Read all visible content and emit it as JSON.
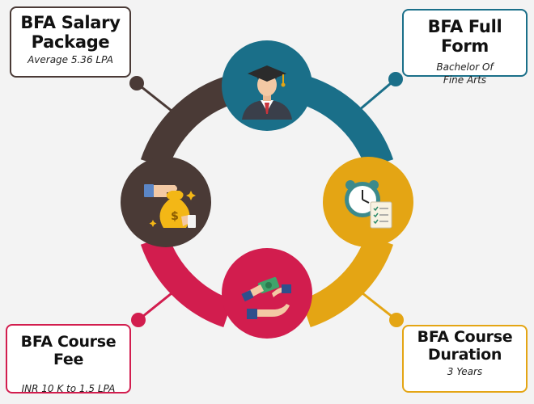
{
  "cards": {
    "salary": {
      "title_line1": "BFA Salary",
      "title_line2": "Package",
      "subtitle": "Average 5.36 LPA"
    },
    "fullform": {
      "title": "BFA Full Form",
      "subtitle_line1": "Bachelor Of",
      "subtitle_line2": "Fine Arts"
    },
    "fee": {
      "title": "BFA Course Fee",
      "subtitle": "INR 10 K to 1.5 LPA"
    },
    "duration": {
      "title_line1": "BFA Course",
      "title_line2": "Duration",
      "subtitle": "3 Years"
    }
  },
  "icons": {
    "top": "graduate-icon",
    "right": "alarm-clock-checklist-icon",
    "bottom": "money-handshake-icon",
    "left": "money-bag-hand-icon"
  },
  "colors": {
    "background": "#f3f3f3",
    "brown": "#4a3a36",
    "teal": "#1a6f89",
    "crimson": "#d21d4e",
    "gold": "#e4a514"
  }
}
